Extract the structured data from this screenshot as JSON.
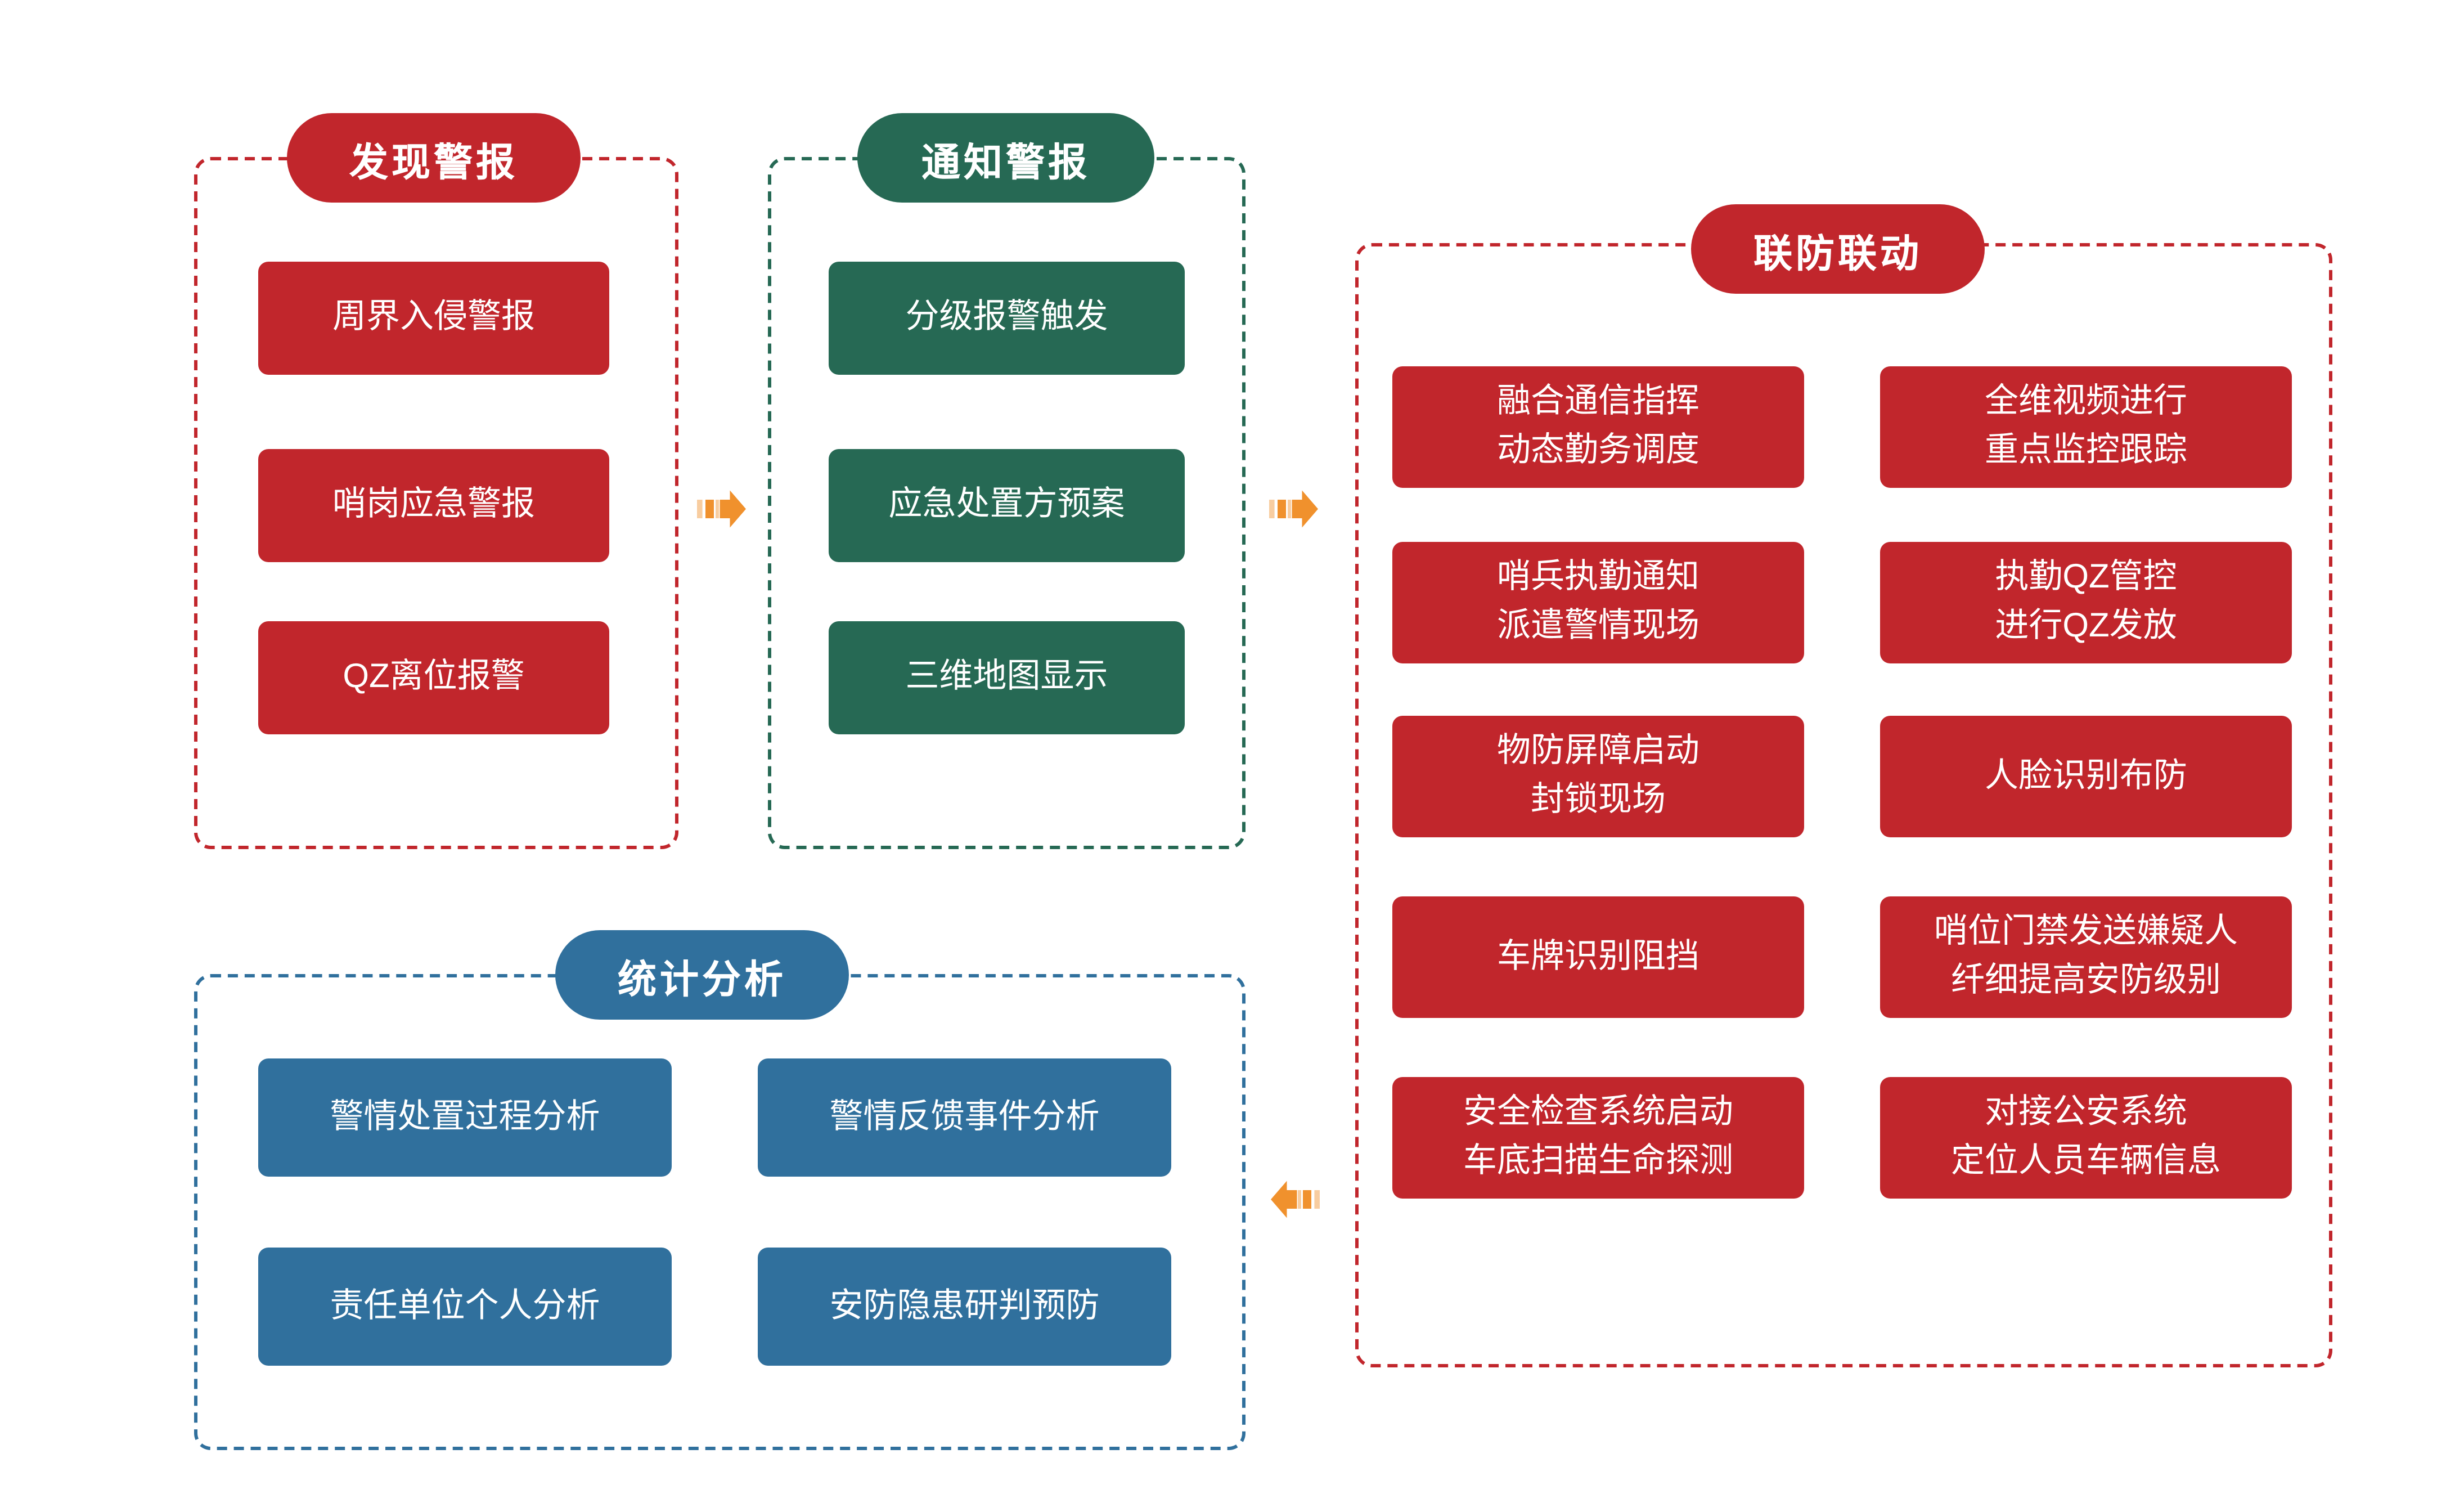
{
  "diagram": {
    "sections": {
      "discover": {
        "title": "发现警报",
        "boxes": [
          "周界入侵警报",
          "哨岗应急警报",
          "QZ离位报警"
        ]
      },
      "notify": {
        "title": "通知警报",
        "boxes": [
          "分级报警触发",
          "应急处置方预案",
          "三维地图显示"
        ]
      },
      "joint": {
        "title": "联防联动",
        "boxes": [
          "融合通信指挥\n动态勤务调度",
          "全维视频进行\n重点监控跟踪",
          "哨兵执勤通知\n派遣警情现场",
          "执勤QZ管控\n进行QZ发放",
          "物防屏障启动\n封锁现场",
          "人脸识别布防",
          "车牌识别阻挡",
          "哨位门禁发送嫌疑人\n纤细提高安防级别",
          "安全检查系统启动\n车底扫描生命探测",
          "对接公安系统\n定位人员车辆信息"
        ]
      },
      "stats": {
        "title": "统计分析",
        "boxes": [
          "警情处置过程分析",
          "警情反馈事件分析",
          "责任单位个人分析",
          "安防隐患研判预防"
        ]
      }
    },
    "colors": {
      "red": "#C1262C",
      "green": "#266954",
      "blue": "#30709D",
      "orange": "#F0912D",
      "background": "#FFFFFF"
    }
  }
}
